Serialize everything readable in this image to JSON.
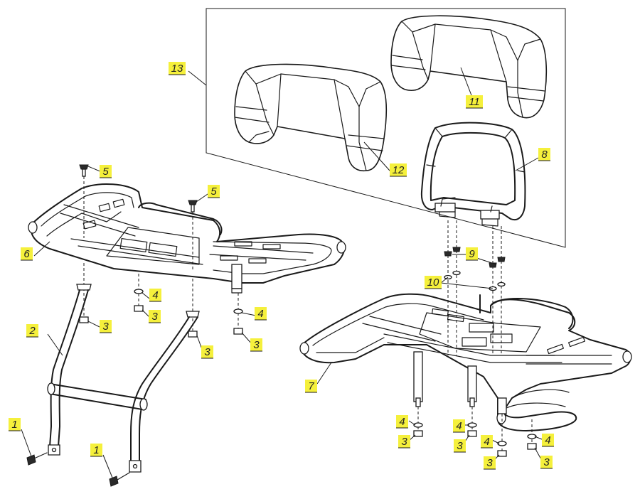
{
  "colors": {
    "callout_fill": "#f5f03c",
    "line": "#1a1a1a",
    "background": "#ffffff"
  },
  "callouts": [
    {
      "id": "c1a",
      "label": "1"
    },
    {
      "id": "c1b",
      "label": "1"
    },
    {
      "id": "c2",
      "label": "2"
    },
    {
      "id": "c3a",
      "label": "3"
    },
    {
      "id": "c3b",
      "label": "3"
    },
    {
      "id": "c3c",
      "label": "3"
    },
    {
      "id": "c3d",
      "label": "3"
    },
    {
      "id": "c3e",
      "label": "3"
    },
    {
      "id": "c3f",
      "label": "3"
    },
    {
      "id": "c3g",
      "label": "3"
    },
    {
      "id": "c3h",
      "label": "3"
    },
    {
      "id": "c4a",
      "label": "4"
    },
    {
      "id": "c4b",
      "label": "4"
    },
    {
      "id": "c4c",
      "label": "4"
    },
    {
      "id": "c4d",
      "label": "4"
    },
    {
      "id": "c4e",
      "label": "4"
    },
    {
      "id": "c4f",
      "label": "4"
    },
    {
      "id": "c5a",
      "label": "5"
    },
    {
      "id": "c5b",
      "label": "5"
    },
    {
      "id": "c6",
      "label": "6"
    },
    {
      "id": "c7",
      "label": "7"
    },
    {
      "id": "c8",
      "label": "8"
    },
    {
      "id": "c9",
      "label": "9"
    },
    {
      "id": "c10",
      "label": "10"
    },
    {
      "id": "c11",
      "label": "11"
    },
    {
      "id": "c12",
      "label": "12"
    },
    {
      "id": "c13",
      "label": "13"
    }
  ]
}
